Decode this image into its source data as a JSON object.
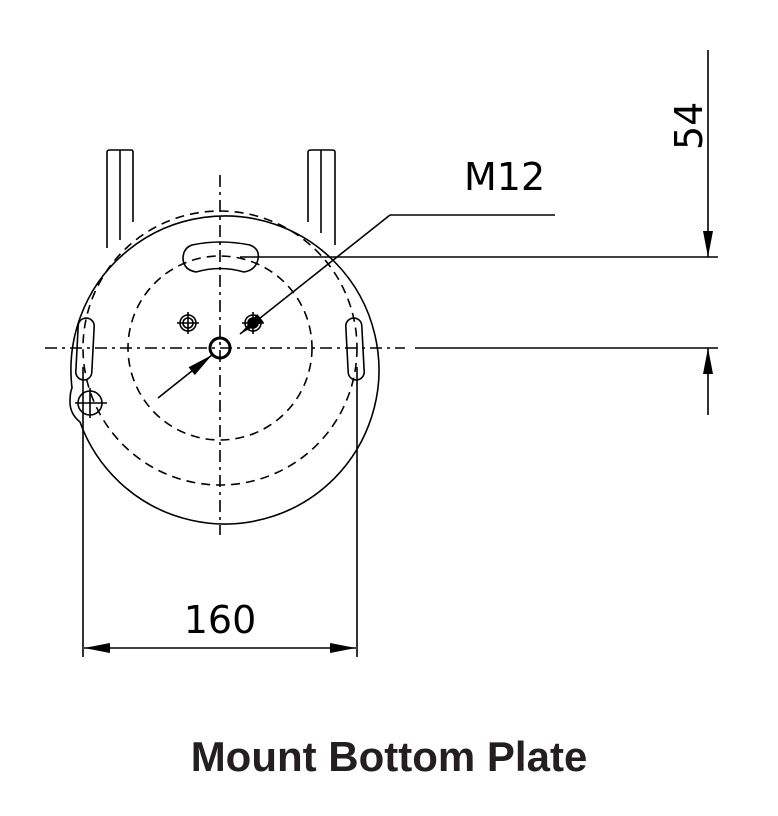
{
  "title": "Mount Bottom Plate",
  "annotations": {
    "thread_label": "M12",
    "vertical_dimension": "54",
    "horizontal_dimension": "160"
  },
  "colors": {
    "line": "#000000",
    "title": "#231f20"
  }
}
